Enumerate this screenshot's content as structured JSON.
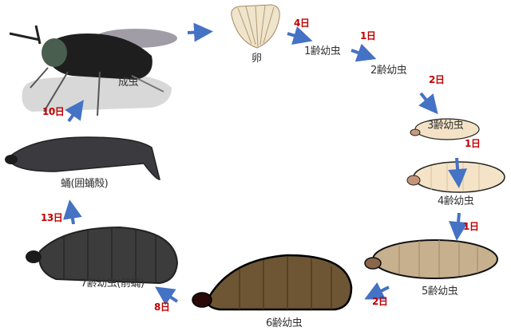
{
  "colors": {
    "arrow": "#4472c4",
    "days": "#c00000",
    "label": "#333333"
  },
  "stages": {
    "adult": "成虫",
    "egg": "卵",
    "instar1": "1齢幼虫",
    "instar2": "2齢幼虫",
    "instar3": "3齢幼虫",
    "instar4": "4齢幼虫",
    "instar5": "5齢幼虫",
    "instar6": "6齢幼虫",
    "instar7": "7齢幼虫(前蛹)",
    "pupa": "蛹(囲蛹殻)"
  },
  "durations": {
    "egg_to_1": "4日",
    "1_to_2": "1日",
    "2_to_3": "2日",
    "3_to_4": "1日",
    "4_to_5": "1日",
    "5_to_6": "2日",
    "6_to_7": "8日",
    "7_to_pupa": "13日",
    "pupa_to_adult": "10日"
  }
}
